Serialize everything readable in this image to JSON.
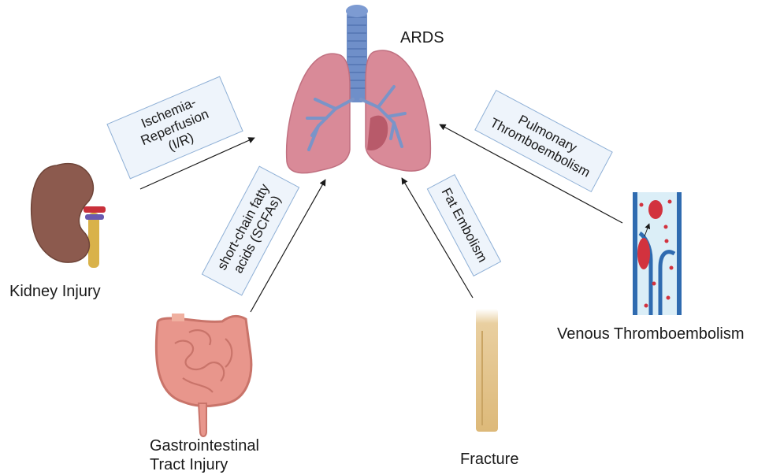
{
  "center": {
    "label": "ARDS",
    "organ_icon": "lungs-icon"
  },
  "sources": [
    {
      "id": "kidney",
      "label": "Kidney Injury",
      "icon": "kidney-icon"
    },
    {
      "id": "gi",
      "label_lines": [
        "Gastrointestinal",
        "Tract Injury"
      ],
      "icon": "intestine-icon"
    },
    {
      "id": "fracture",
      "label": "Fracture",
      "icon": "bone-icon"
    },
    {
      "id": "vte",
      "label": "Venous Thromboembolism",
      "icon": "vein-thrombus-icon"
    }
  ],
  "mechanisms": [
    {
      "id": "ir",
      "lines": [
        "Ischemia-",
        "Reperfusion",
        "(I/R)"
      ]
    },
    {
      "id": "scfa",
      "lines": [
        "short-chain fatty",
        "acids (SCFAs)"
      ]
    },
    {
      "id": "fat",
      "lines": [
        "Fat Embolism"
      ]
    },
    {
      "id": "pte",
      "lines": [
        "Pulmonary",
        "Thromboembolism"
      ]
    }
  ],
  "colors": {
    "lung": "#d98a98",
    "lung_dark": "#b85a6a",
    "trachea": "#6f8fc9",
    "kidney": "#8c5a4e",
    "intestine": "#e8968c",
    "bone": "#e9cfa0",
    "vein": "#2f6bb0",
    "clot": "#d2323e",
    "box_fill": "#eef4fb",
    "box_border": "#8fb0d6",
    "arrow": "#1a1a1a"
  }
}
